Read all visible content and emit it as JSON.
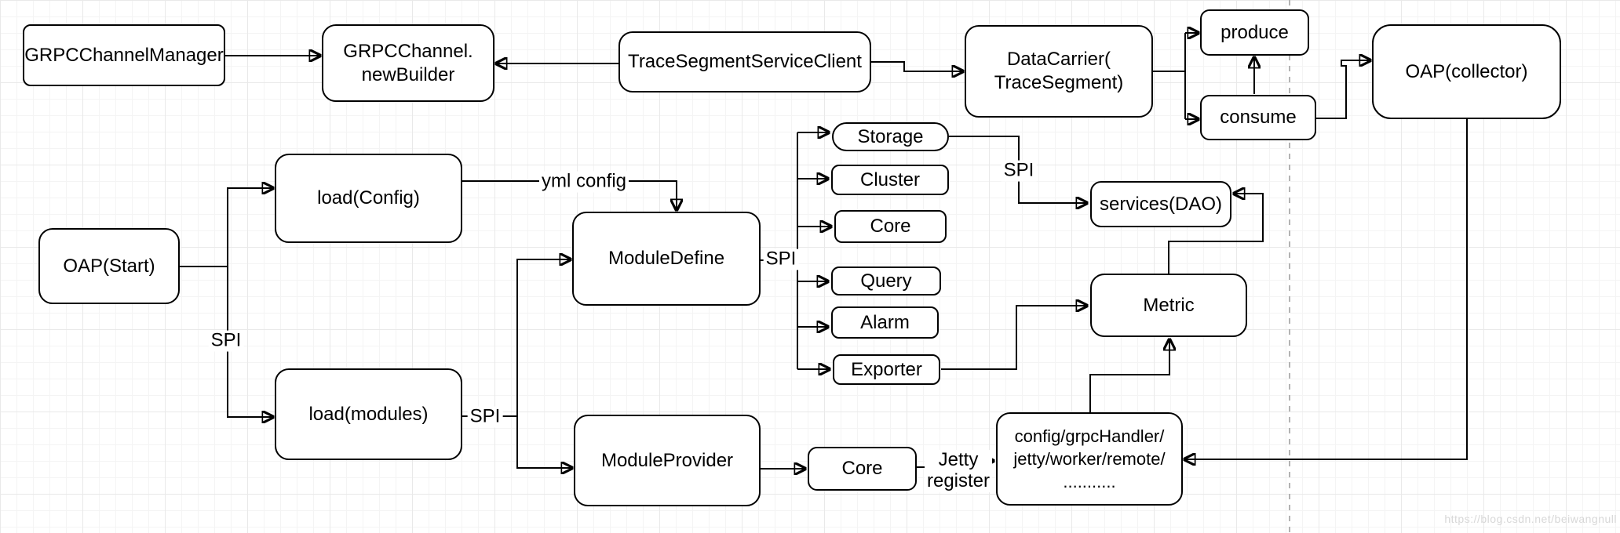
{
  "diagram": {
    "nodes": {
      "grpc_channel_manager": "GRPCChannelManager",
      "grpc_channel_new_builder": "GRPCChannel.\nnewBuilder",
      "trace_segment_service_client": "TraceSegmentServiceClient",
      "data_carrier": "DataCarrier(\nTraceSegment)",
      "produce": "produce",
      "consume": "consume",
      "oap_collector": "OAP(collector)",
      "oap_start": "OAP(Start)",
      "load_config": "load(Config)",
      "load_modules": "load(modules)",
      "module_define": "ModuleDefine",
      "module_provider": "ModuleProvider",
      "storage": "Storage",
      "cluster": "Cluster",
      "core_module": "Core",
      "query": "Query",
      "alarm": "Alarm",
      "exporter": "Exporter",
      "services_dao": "services(DAO)",
      "metric": "Metric",
      "config_handlers": "config/grpcHandler/\njetty/worker/remote/\n...........",
      "core_provider": "Core"
    },
    "edge_labels": {
      "spi_start": "SPI",
      "spi_modules": "SPI",
      "spi_module_define": "SPI",
      "spi_storage": "SPI",
      "yml_config": "yml config",
      "jetty_register": "Jetty\nregister"
    },
    "watermark": "https://blog.csdn.net/beiwangnull"
  },
  "colors": {
    "line": "#000000",
    "node_fill": "#ffffff",
    "node_border": "#000000",
    "page_break_dash": "#b3b3b3",
    "grid_minor": "#f4f4f4",
    "grid_major": "#e9e9e9",
    "watermark": "#d8d8d8"
  }
}
